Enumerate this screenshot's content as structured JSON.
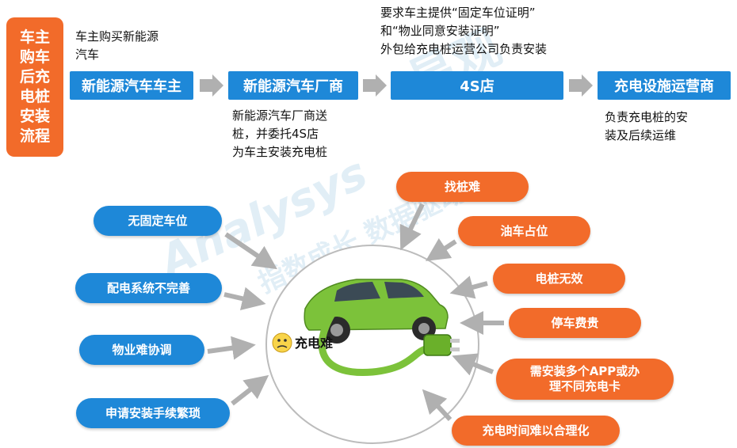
{
  "side_label": "车主\n购车\n后充\n电桩\n安装\n流程",
  "flow": {
    "nodes": [
      "新能源汽车车主",
      "新能源汽车厂商",
      "4S店",
      "充电设施运营商"
    ],
    "notes": {
      "above_owner": "车主购买新能源\n汽车",
      "below_maker": "新能源汽车厂商送\n桩，并委托4S店\n为车主安装充电桩",
      "above_dealer": "要求车主提供“固定车位证明”\n和“物业同意安装证明”\n外包给充电桩运营公司负责安装",
      "below_operator": "负责充电桩的安\n装及后续运维"
    }
  },
  "center_label": "充电难",
  "left_problems": [
    "无固定车位",
    "配电系统不完善",
    "物业难协调",
    "申请安装手续繁琐"
  ],
  "right_problems": [
    "找桩难",
    "油车占位",
    "电桩无效",
    "停车费贵",
    "需安装多个APP或办\n理不同充电卡",
    "充电时间难以合理化"
  ],
  "colors": {
    "blue": "#1e88d8",
    "orange": "#f26b2a",
    "arrow_gray": "#b0b0b0",
    "car_green": "#7cc23a"
  },
  "watermark": {
    "line1": "易观",
    "line2": "Analysys",
    "line3": "指数成长 数据驱动"
  }
}
